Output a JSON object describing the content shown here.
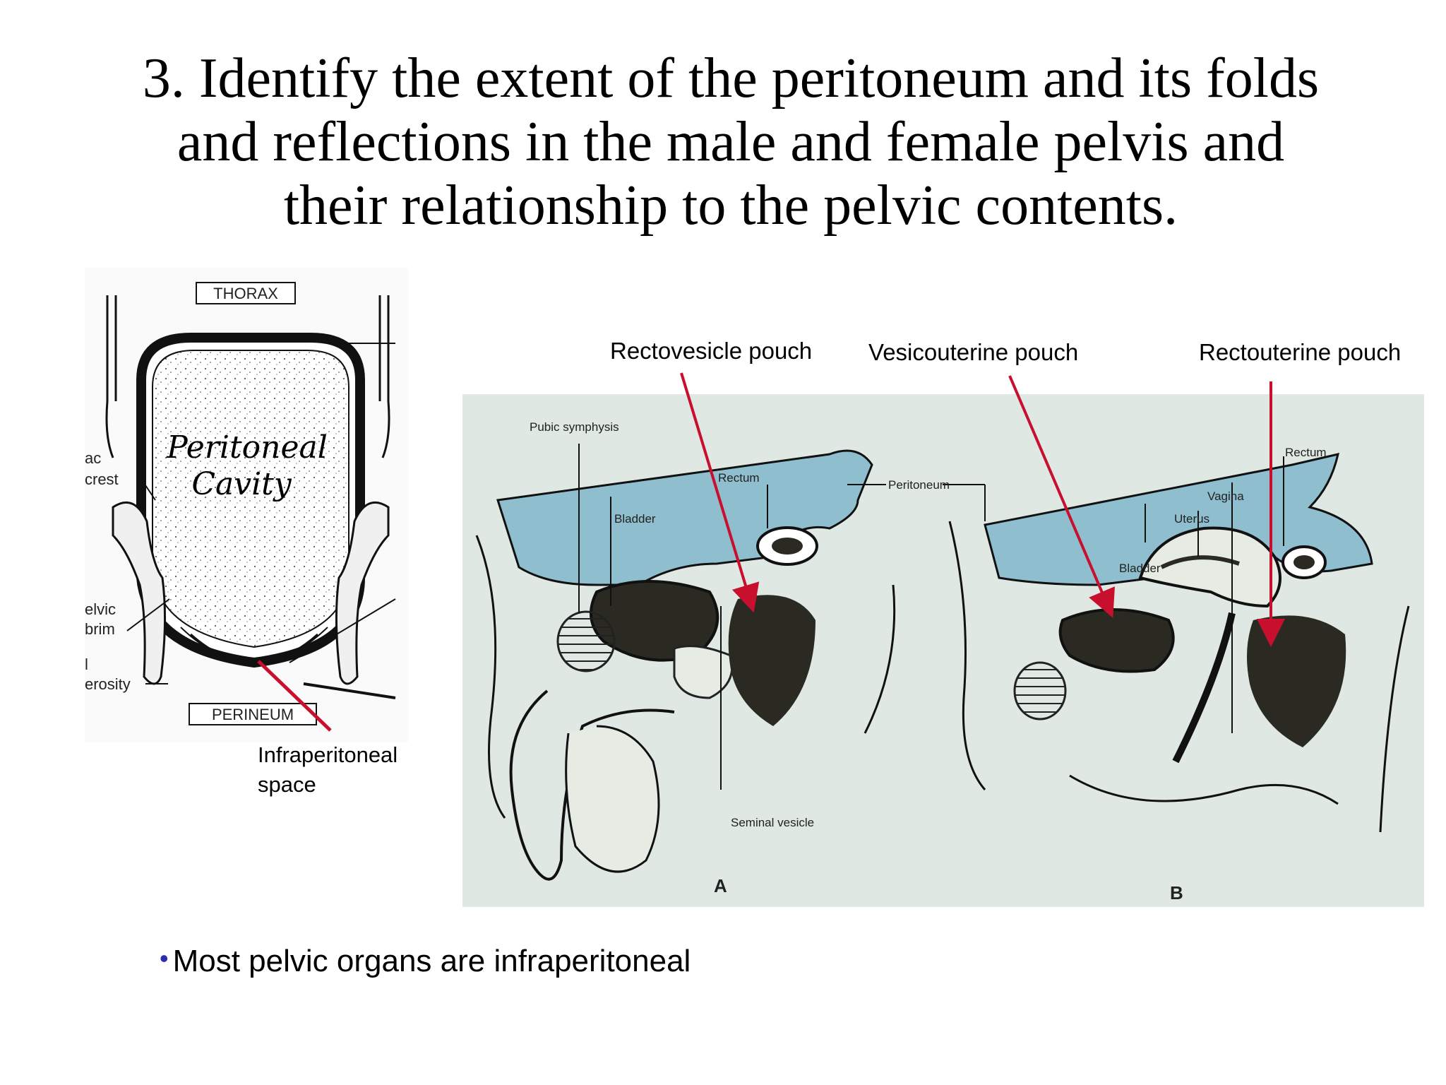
{
  "title": {
    "lines": [
      "3. Identify the extent of the peritoneum and its folds",
      "and reflections in the male and female pelvis and",
      "their relationship to the pelvic contents."
    ]
  },
  "left_figure": {
    "thorax_label": "THORAX",
    "perineum_label": "PERINEUM",
    "cavity_label_line1": "Peritoneal",
    "cavity_label_line2": "Cavity",
    "cut_labels": [
      "ac",
      "crest",
      "elvic",
      "brim",
      "l",
      "erosity"
    ],
    "infraperitoneal_line1": "Infraperitoneal",
    "infraperitoneal_line2": "space"
  },
  "right_figure": {
    "callouts": {
      "rectovesicle": "Rectovesicle pouch",
      "vesicouterine": "Vesicouterine pouch",
      "rectouterine": "Rectouterine pouch"
    },
    "labels_a": {
      "pubic_symphysis": "Pubic symphysis",
      "rectum": "Rectum",
      "bladder": "Bladder",
      "seminal_vesicle": "Seminal vesicle",
      "panel": "A"
    },
    "labels_b": {
      "peritoneum": "Peritoneum",
      "rectum": "Rectum",
      "vagina": "Vagina",
      "uterus": "Uterus",
      "bladder": "Bladder",
      "panel": "B"
    }
  },
  "bullet": {
    "text": "Most pelvic organs are infraperitoneal"
  },
  "colors": {
    "arrow_red": "#c8102e",
    "peritoneal_blue": "#8fbfcf",
    "figure_background": "#dfe8e2",
    "bullet_dot": "#2a2fb0"
  }
}
